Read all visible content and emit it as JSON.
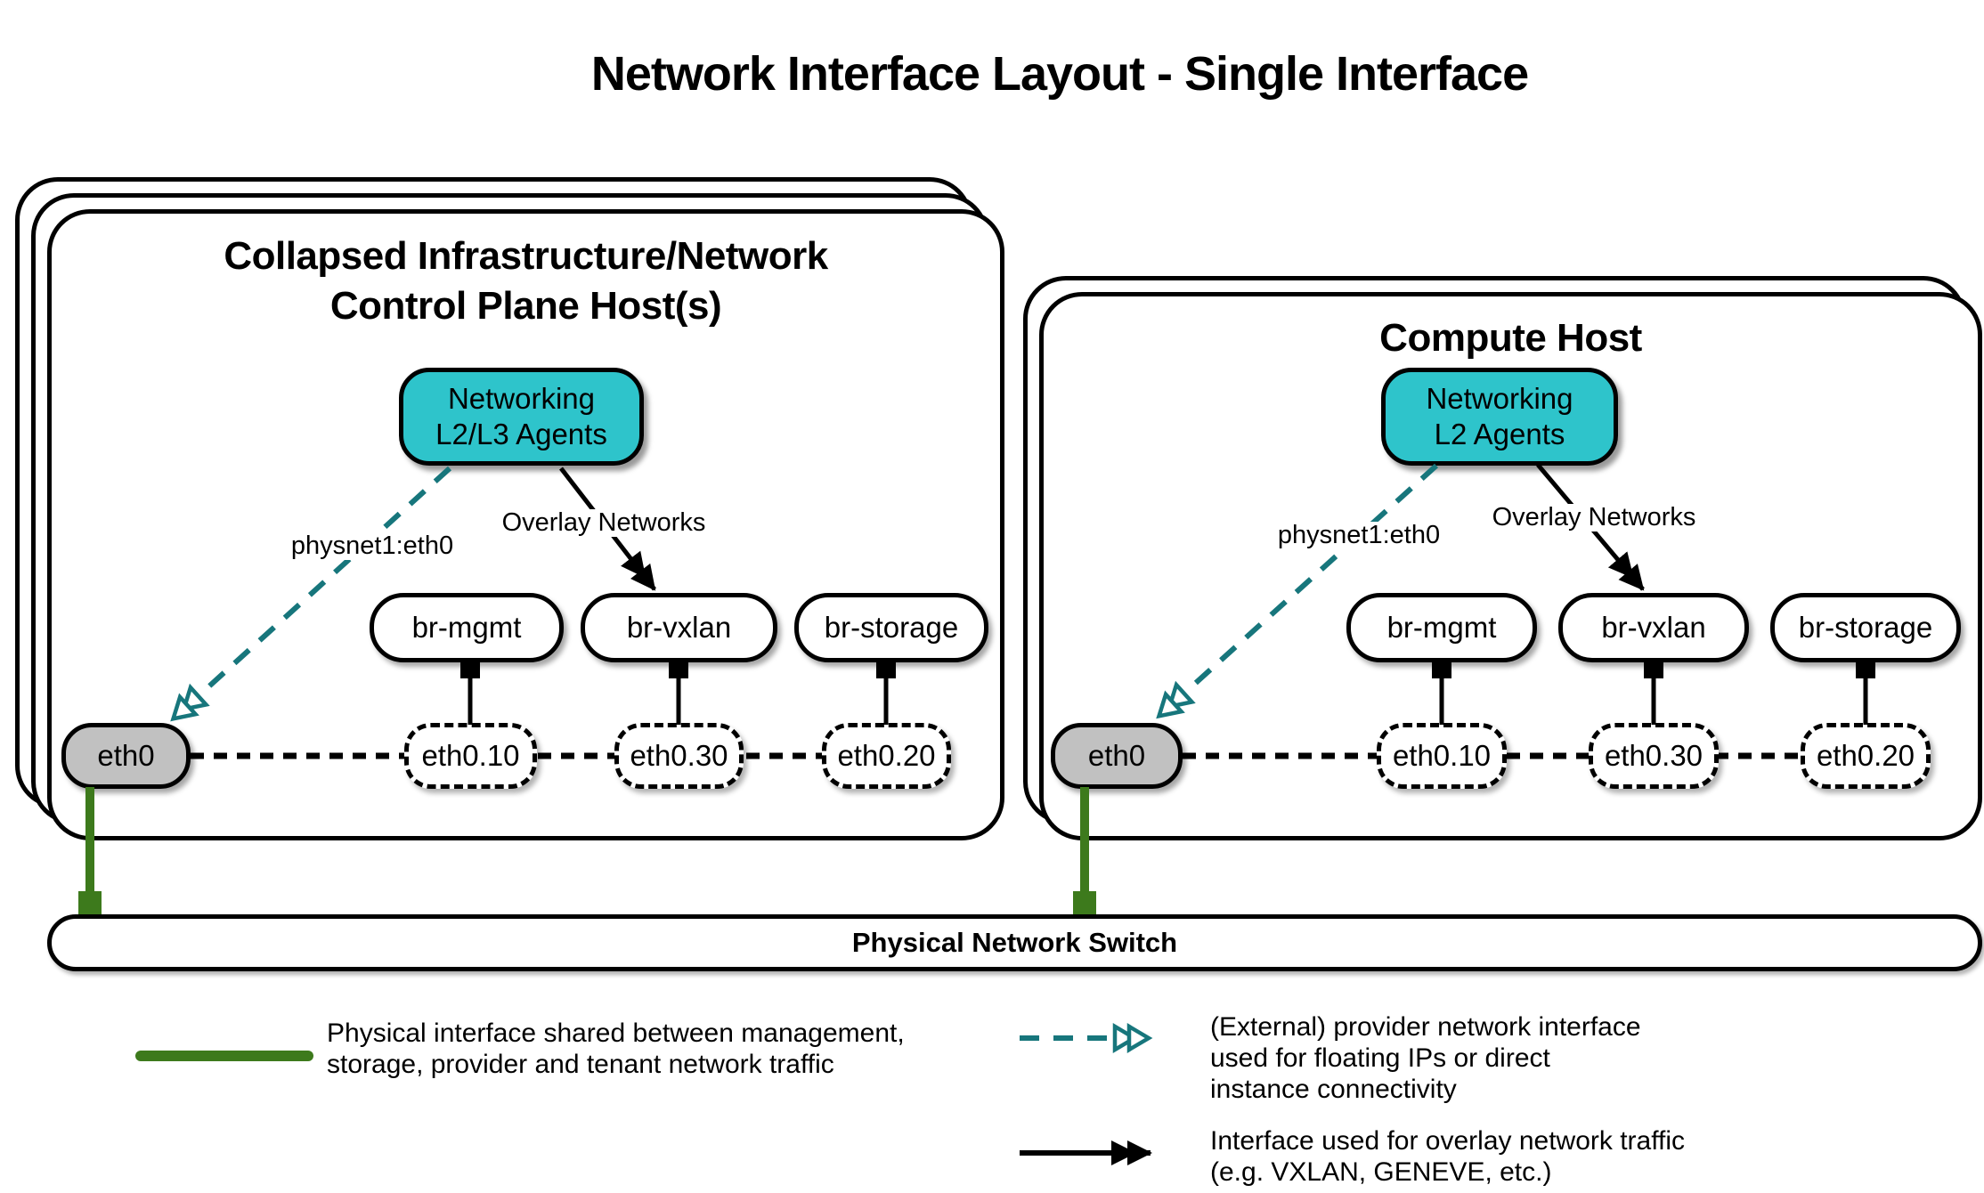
{
  "title": "Network Interface Layout - Single Interface",
  "hosts": [
    {
      "title_lines": [
        "Collapsed Infrastructure/Network",
        "Control Plane Host(s)"
      ],
      "agent_label_lines": [
        "Networking",
        "L2/L3 Agents"
      ],
      "provider_arrow_label": "physnet1:eth0",
      "overlay_arrow_label": "Overlay Networks",
      "bridges": [
        "br-mgmt",
        "br-vxlan",
        "br-storage"
      ],
      "physical_interface": "eth0",
      "vlan_interfaces": [
        "eth0.10",
        "eth0.30",
        "eth0.20"
      ]
    },
    {
      "title_lines": [
        "Compute Host"
      ],
      "agent_label_lines": [
        "Networking",
        "L2 Agents"
      ],
      "provider_arrow_label": "physnet1:eth0",
      "overlay_arrow_label": "Overlay Networks",
      "bridges": [
        "br-mgmt",
        "br-vxlan",
        "br-storage"
      ],
      "physical_interface": "eth0",
      "vlan_interfaces": [
        "eth0.10",
        "eth0.30",
        "eth0.20"
      ]
    }
  ],
  "switch": {
    "label": "Physical Network Switch"
  },
  "legend": {
    "physical": {
      "lines": [
        "Physical interface shared between management,",
        "storage, provider and tenant network traffic"
      ]
    },
    "provider": {
      "lines": [
        "(External) provider network interface",
        "used for floating IPs or direct",
        "instance connectivity"
      ]
    },
    "overlay": {
      "lines": [
        "Interface used for overlay network traffic",
        "(e.g. VXLAN, GENEVE, etc.)"
      ]
    }
  },
  "colors": {
    "agent_fill": "#2ec4cb",
    "provider_arrow": "#17767c",
    "physical_link": "#3d7a1c",
    "physical_interface_fill": "#c1c1c1"
  }
}
